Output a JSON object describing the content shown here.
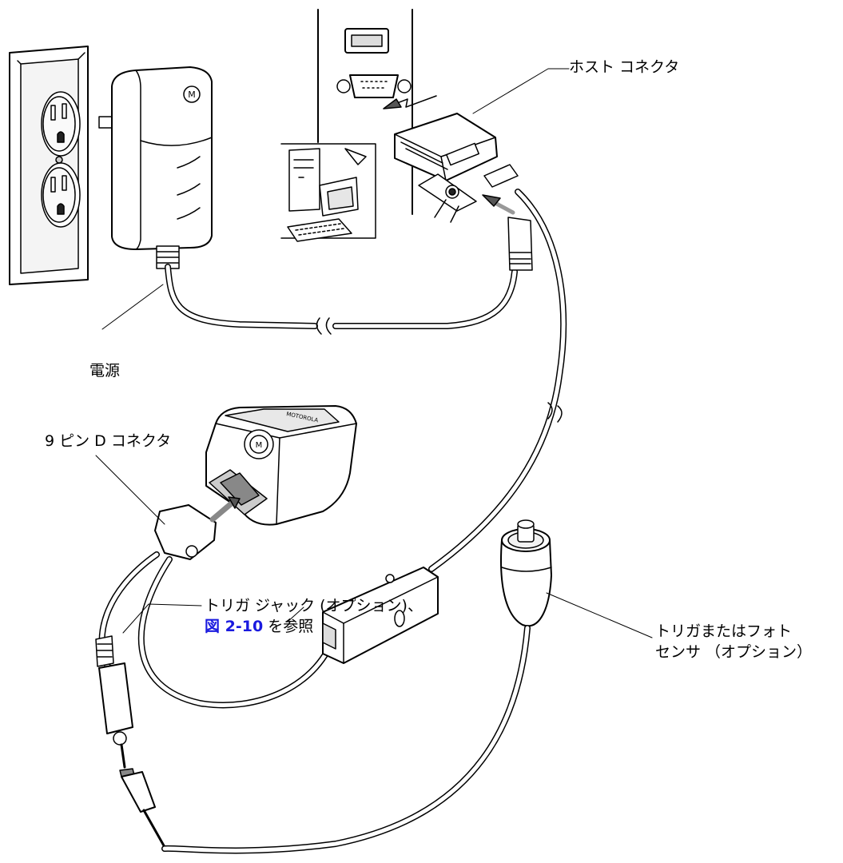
{
  "labels": {
    "host_connector": "ホスト コネクタ",
    "power_supply": "電源",
    "nine_pin_d_connector": "9 ピン D コネクタ",
    "trigger_or_photo_line1": "トリガまたはフォト",
    "trigger_or_photo_line2": "センサ （オプション）",
    "trigger_jack": "トリガ ジャック (オプション)、",
    "see_figure_link": "図 2-10",
    "see_figure_suffix": " を参照"
  },
  "device_marks": {
    "logo_letter": "M",
    "brand_text": "MOTOROLA"
  },
  "colors": {
    "line": "#000000",
    "fill_light": "#f2f2f2",
    "fill_mid": "#d9d9d9",
    "fill_dark": "#9a9a9a",
    "link": "#1a1adf"
  }
}
